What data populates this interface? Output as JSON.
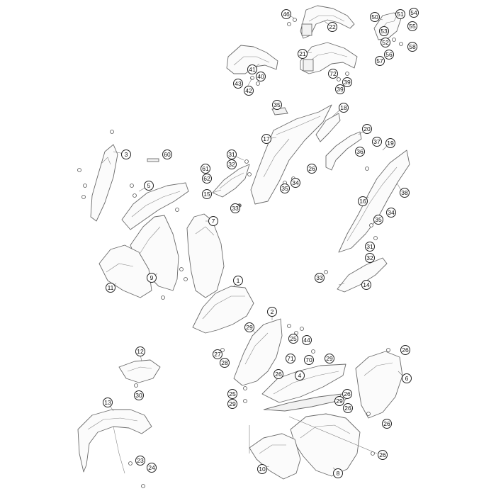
{
  "callouts": [
    {
      "id": "c46",
      "label": "46"
    },
    {
      "id": "c22",
      "label": "22"
    },
    {
      "id": "c50",
      "label": "50"
    },
    {
      "id": "c51",
      "label": "51"
    },
    {
      "id": "c54",
      "label": "54"
    },
    {
      "id": "c53",
      "label": "53"
    },
    {
      "id": "c55",
      "label": "55"
    },
    {
      "id": "c52",
      "label": "52"
    },
    {
      "id": "c58",
      "label": "58"
    },
    {
      "id": "c57",
      "label": "57"
    },
    {
      "id": "c56",
      "label": "56"
    },
    {
      "id": "c21",
      "label": "21"
    },
    {
      "id": "c72",
      "label": "72"
    },
    {
      "id": "c39a",
      "label": "39"
    },
    {
      "id": "c39b",
      "label": "39"
    },
    {
      "id": "c41",
      "label": "41"
    },
    {
      "id": "c40",
      "label": "40"
    },
    {
      "id": "c43",
      "label": "43"
    },
    {
      "id": "c42",
      "label": "42"
    },
    {
      "id": "c35a",
      "label": "35"
    },
    {
      "id": "c18",
      "label": "18"
    },
    {
      "id": "c17",
      "label": "17"
    },
    {
      "id": "c20",
      "label": "20"
    },
    {
      "id": "c37",
      "label": "37"
    },
    {
      "id": "c19",
      "label": "19"
    },
    {
      "id": "c36",
      "label": "36"
    },
    {
      "id": "c26a",
      "label": "26"
    },
    {
      "id": "c31a",
      "label": "31"
    },
    {
      "id": "c32a",
      "label": "32"
    },
    {
      "id": "c61",
      "label": "61"
    },
    {
      "id": "c62",
      "label": "62"
    },
    {
      "id": "c15",
      "label": "15"
    },
    {
      "id": "c33a",
      "label": "33"
    },
    {
      "id": "c34a",
      "label": "34"
    },
    {
      "id": "c35b",
      "label": "35"
    },
    {
      "id": "c38",
      "label": "38"
    },
    {
      "id": "c16",
      "label": "16"
    },
    {
      "id": "c35c",
      "label": "35"
    },
    {
      "id": "c34b",
      "label": "34"
    },
    {
      "id": "c31b",
      "label": "31"
    },
    {
      "id": "c32b",
      "label": "32"
    },
    {
      "id": "c33b",
      "label": "33"
    },
    {
      "id": "c14",
      "label": "14"
    },
    {
      "id": "c3",
      "label": "3"
    },
    {
      "id": "c60",
      "label": "60"
    },
    {
      "id": "c5",
      "label": "5"
    },
    {
      "id": "c7",
      "label": "7"
    },
    {
      "id": "c9",
      "label": "9"
    },
    {
      "id": "c11",
      "label": "11"
    },
    {
      "id": "c1",
      "label": "1"
    },
    {
      "id": "c2",
      "label": "2"
    },
    {
      "id": "c29a",
      "label": "29"
    },
    {
      "id": "c25a",
      "label": "25"
    },
    {
      "id": "c44",
      "label": "44"
    },
    {
      "id": "c27",
      "label": "27"
    },
    {
      "id": "c28",
      "label": "28"
    },
    {
      "id": "c71",
      "label": "71"
    },
    {
      "id": "c70",
      "label": "70"
    },
    {
      "id": "c26b",
      "label": "26"
    },
    {
      "id": "c29b",
      "label": "29"
    },
    {
      "id": "c4",
      "label": "4"
    },
    {
      "id": "c26c",
      "label": "26"
    },
    {
      "id": "c6",
      "label": "6"
    },
    {
      "id": "c12",
      "label": "12"
    },
    {
      "id": "c30",
      "label": "30"
    },
    {
      "id": "c25b",
      "label": "25"
    },
    {
      "id": "c29c",
      "label": "29"
    },
    {
      "id": "c26d",
      "label": "26"
    },
    {
      "id": "c29d",
      "label": "29"
    },
    {
      "id": "c26e",
      "label": "26"
    },
    {
      "id": "c26f",
      "label": "26"
    },
    {
      "id": "c26g",
      "label": "26"
    },
    {
      "id": "c13",
      "label": "13"
    },
    {
      "id": "c23",
      "label": "23"
    },
    {
      "id": "c24",
      "label": "24"
    },
    {
      "id": "c10",
      "label": "10"
    },
    {
      "id": "c8",
      "label": "8"
    }
  ]
}
